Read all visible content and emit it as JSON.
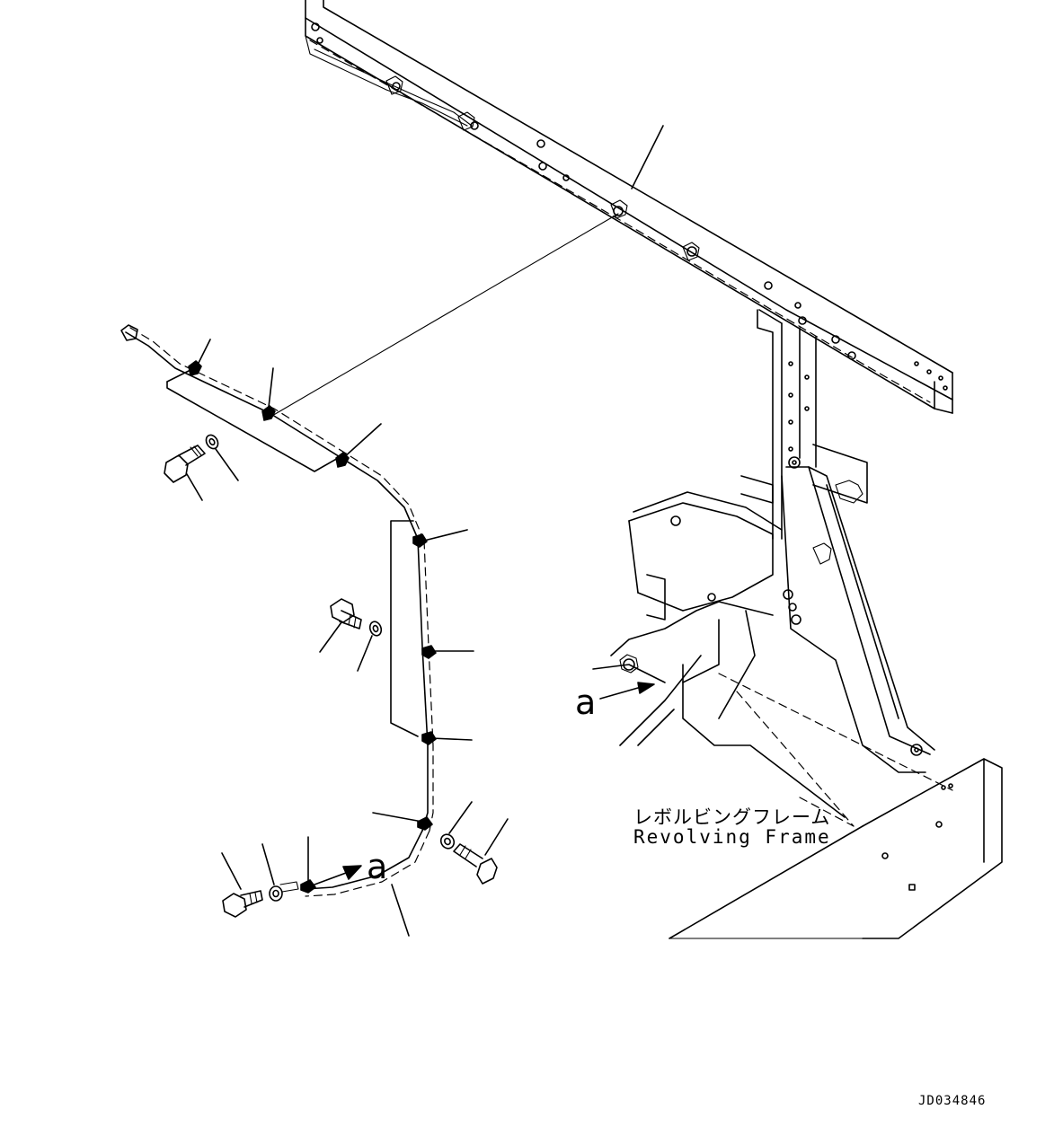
{
  "labels": {
    "frame_jp": "レボルビングフレーム",
    "frame_en": "Revolving Frame",
    "callout_letter_1": "a",
    "callout_letter_2": "a",
    "drawing_id": "JD034846"
  },
  "style": {
    "line_color": "#000000",
    "background": "#ffffff"
  }
}
